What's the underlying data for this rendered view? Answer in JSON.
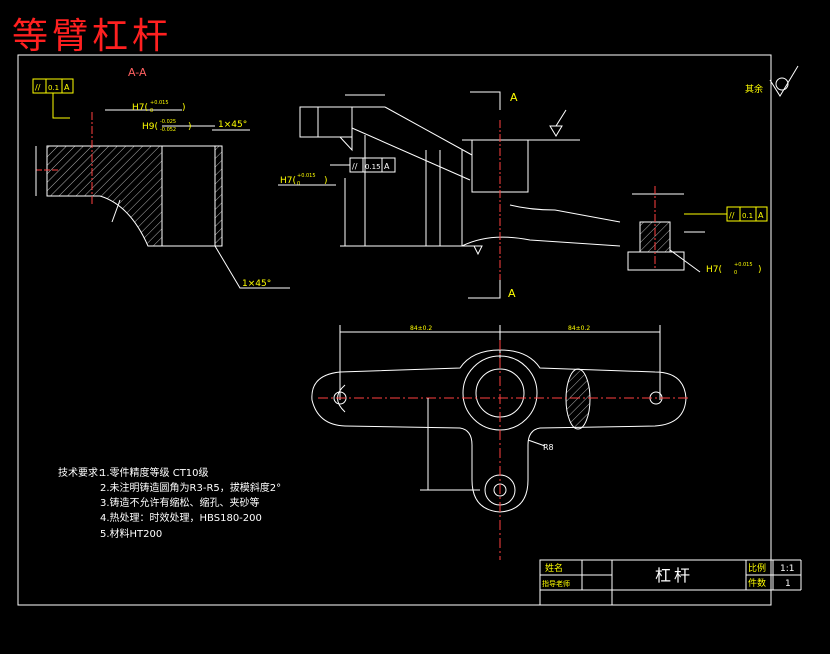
{
  "header": {
    "big_title": "等臂杠杆"
  },
  "section_label": "A-A",
  "view_marks": {
    "top": "A",
    "bottom": "A"
  },
  "roughness": {
    "label": "其余"
  },
  "tolerances": {
    "left": {
      "sym": "//",
      "value": "0.1",
      "datum": "A"
    },
    "mid": {
      "sym": "//",
      "value": "0.15",
      "datum": "A"
    },
    "right": {
      "sym": "//",
      "value": "0.1",
      "datum": "A"
    }
  },
  "annotations": {
    "h7_left": "H7(",
    "h7_left_up": "+0.015",
    "h7_left_dn": "0",
    "h9_left": "H9(",
    "h9_left_up": "-0.025",
    "h9_left_dn": "-0.052",
    "chamfer1": "1×45°",
    "chamfer2": "1×45°",
    "h7_mid": "H7(",
    "h7_mid_up": "+0.015",
    "h7_mid_dn": "0",
    "h7_right": "H7(",
    "h7_right_up": "+0.015",
    "h7_right_dn": "0",
    "r8": "R8",
    "dim_left_b": "84±0.2",
    "dim_right_b": "84±0.2"
  },
  "tech_requirements": {
    "heading": "技术要求：",
    "items": [
      "1.零件精度等级 CT10级",
      "2.未注明铸造圆角为R3-R5，拔模斜度2°",
      "3.铸造不允许有缩松、缩孔、夹砂等",
      "4.热处理：时效处理，HBS180-200",
      "5.材料HT200"
    ]
  },
  "title_block": {
    "name_label": "姓名",
    "teacher_label": "指导老师",
    "part_name": "杠杆",
    "scale_label": "比例",
    "scale_value": "1:1",
    "qty_label": "件数",
    "qty_value": "1"
  }
}
